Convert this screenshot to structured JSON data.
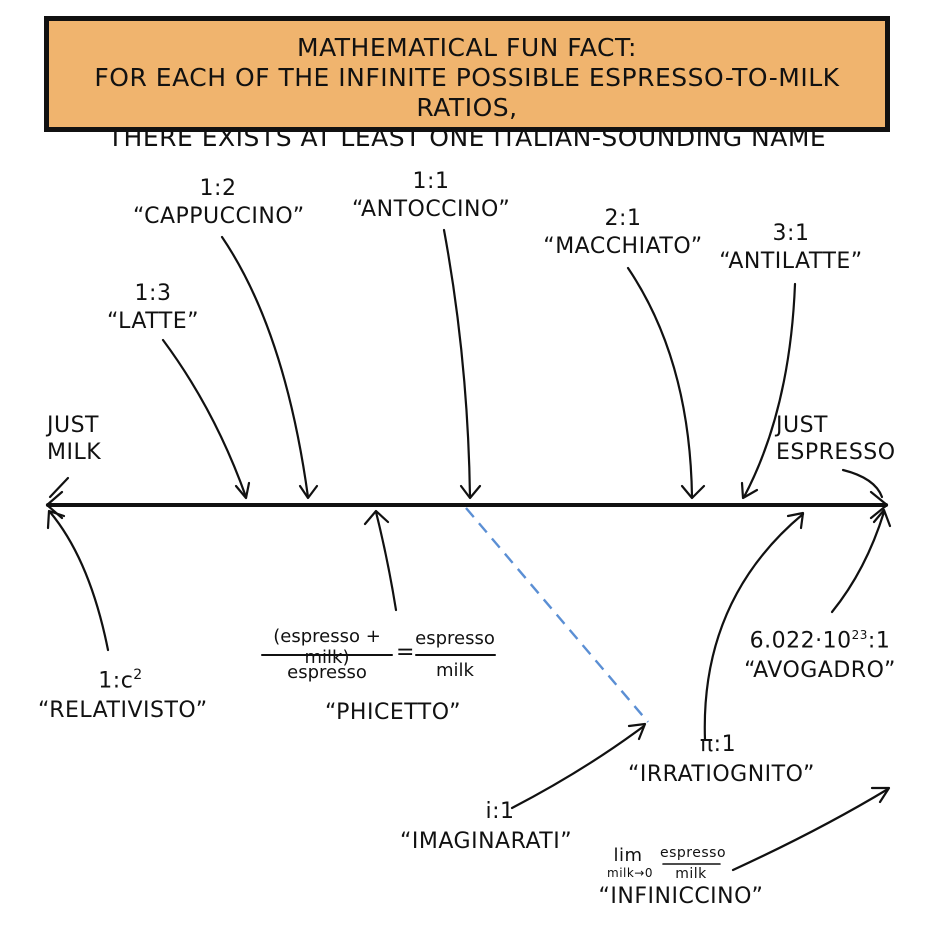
{
  "banner": {
    "line1": "MATHEMATICAL FUN FACT:",
    "line2": "FOR EACH OF THE INFINITE POSSIBLE ESPRESSO-TO-MILK RATIOS,",
    "line3": "THERE EXISTS AT LEAST ONE ITALIAN-SOUNDING NAME",
    "color": "#f0b46e"
  },
  "axis": {
    "left_label": [
      "JUST",
      "MILK"
    ],
    "right_label": [
      "JUST",
      "ESPRESSO"
    ]
  },
  "top_labels": [
    {
      "ratio": "1:3",
      "name": "“LATTE”"
    },
    {
      "ratio": "1:2",
      "name": "“CAPPUCCINO”"
    },
    {
      "ratio": "1:1",
      "name": "“ANTOCCINO”"
    },
    {
      "ratio": "2:1",
      "name": "“MACCHIATO”"
    },
    {
      "ratio": "3:1",
      "name": "“ANTILATTE”"
    }
  ],
  "bottom_labels": {
    "relativisto": {
      "ratio_base": "1:c",
      "ratio_exp": "2",
      "name": "“RELATIVISTO”"
    },
    "phicetto": {
      "lhs_num": "(espresso + milk)",
      "lhs_den": "espresso",
      "eq": "=",
      "rhs_num": "espresso",
      "rhs_den": "milk",
      "name": "“PHICETTO”"
    },
    "irratiognito": {
      "ratio": "π:1",
      "name": "“IRRATIOGNITO”"
    },
    "avogadro": {
      "ratio_base": "6.022·10",
      "ratio_exp": "23",
      "ratio_tail": ":1",
      "name": "“AVOGADRO”"
    },
    "imaginarati": {
      "ratio": "i:1",
      "name": "“IMAGINARATI”"
    },
    "infiniccino": {
      "lim": "lim",
      "lim_sub": "milk→0",
      "num": "espresso",
      "den": "milk",
      "name": "“INFINICCINO”"
    }
  },
  "colors": {
    "ink": "#111111",
    "dashed_line": "#5b8fd4"
  }
}
